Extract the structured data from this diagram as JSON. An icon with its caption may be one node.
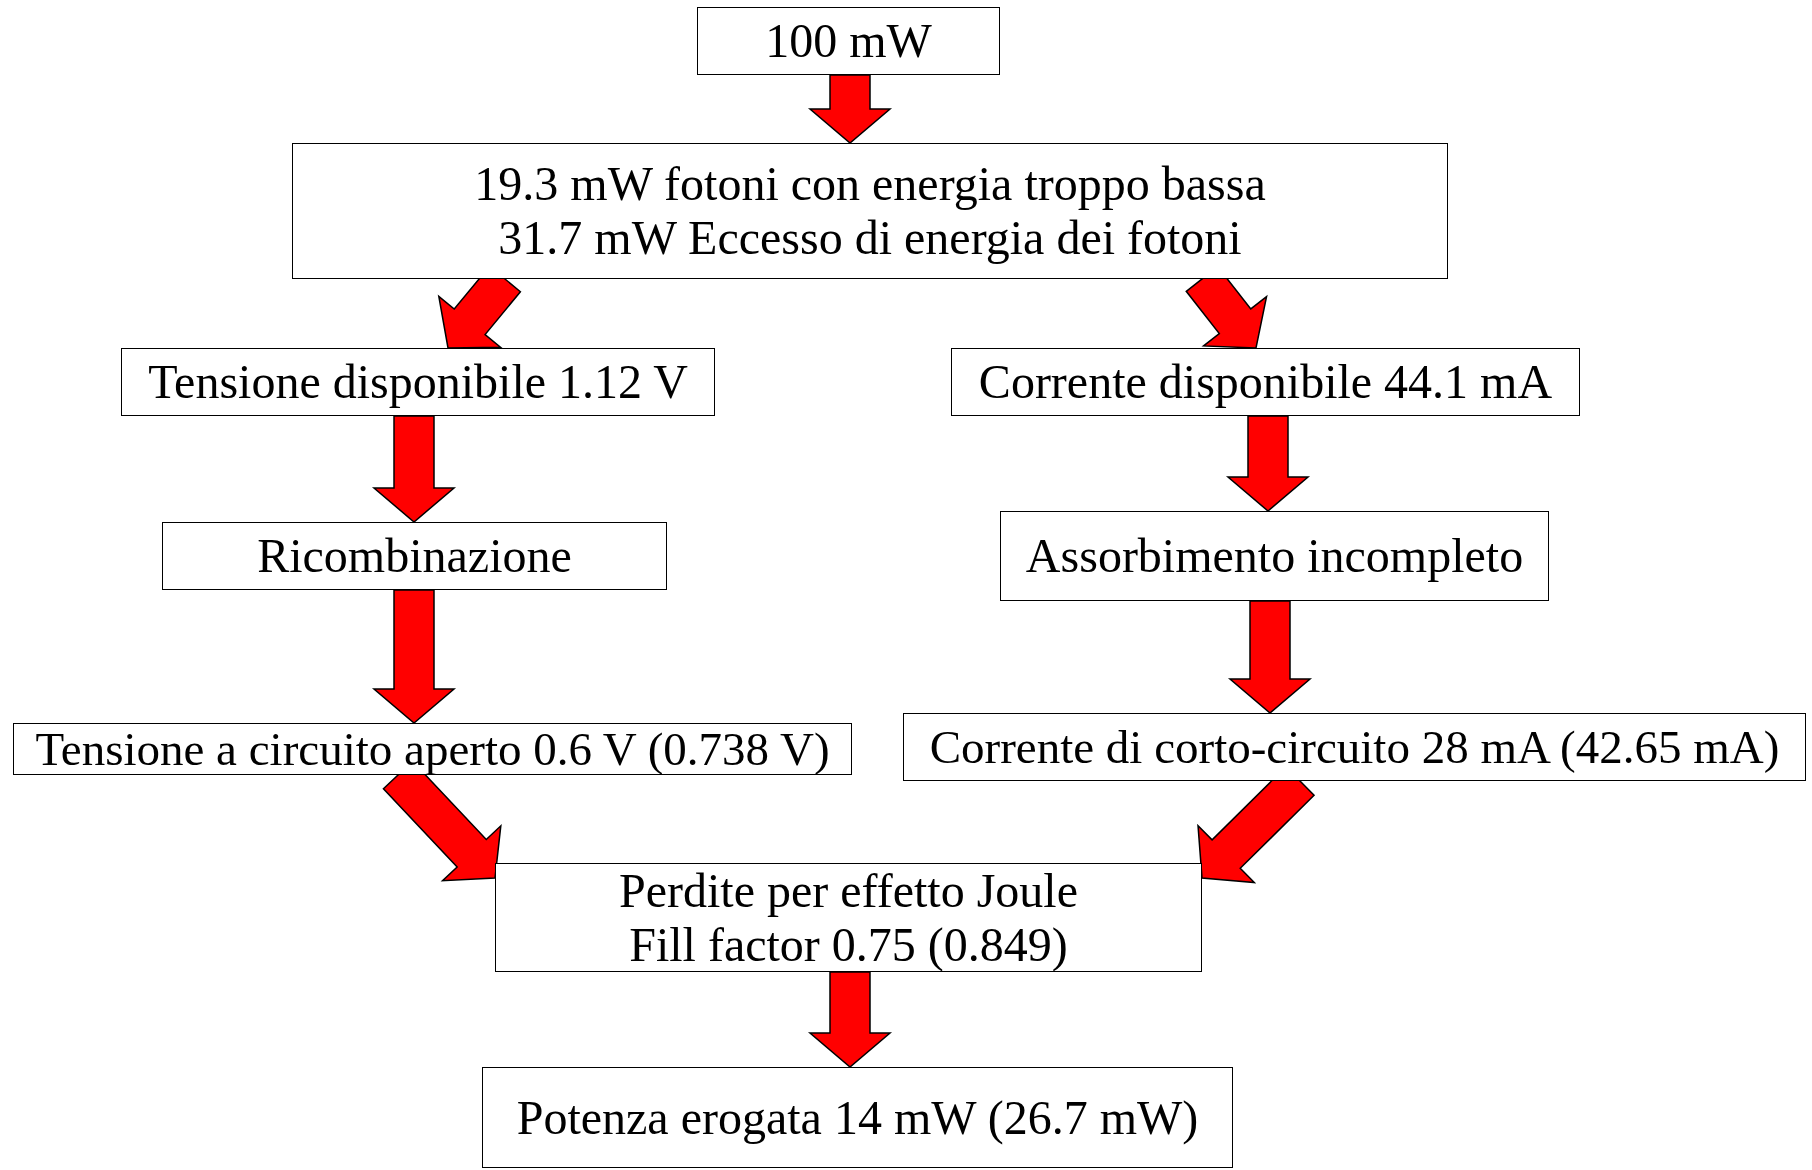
{
  "diagram": {
    "nodes": [
      {
        "text": [
          "100 mW"
        ]
      },
      {
        "text": [
          "19.3 mW fotoni con energia troppo bassa",
          "31.7 mW Eccesso di energia dei fotoni"
        ]
      },
      {
        "text": [
          "Tensione disponibile 1.12 V"
        ]
      },
      {
        "text": [
          "Corrente disponibile 44.1 mA"
        ]
      },
      {
        "text": [
          "Ricombinazione"
        ]
      },
      {
        "text": [
          "Assorbimento incompleto"
        ]
      },
      {
        "text": [
          "Tensione a circuito aperto 0.6 V (0.738 V)"
        ]
      },
      {
        "text": [
          "Corrente di corto-circuito 28 mA (42.65 mA)"
        ]
      },
      {
        "text": [
          "Perdite per effetto Joule",
          "Fill factor 0.75 (0.849)"
        ]
      },
      {
        "text": [
          "Potenza erogata 14 mW (26.7 mW)"
        ]
      }
    ],
    "edges": [
      {
        "from": 0,
        "to": 1,
        "arrow": "to"
      },
      {
        "from": 1,
        "to": 2,
        "arrow": "to"
      },
      {
        "from": 1,
        "to": 3,
        "arrow": "to"
      },
      {
        "from": 2,
        "to": 4,
        "arrow": "to"
      },
      {
        "from": 3,
        "to": 5,
        "arrow": "to"
      },
      {
        "from": 4,
        "to": 6,
        "arrow": "to"
      },
      {
        "from": 5,
        "to": 7,
        "arrow": "to"
      },
      {
        "from": 6,
        "to": 8,
        "arrow": "to"
      },
      {
        "from": 7,
        "to": 8,
        "arrow": "to"
      },
      {
        "from": 8,
        "to": 9,
        "arrow": "to"
      }
    ]
  }
}
